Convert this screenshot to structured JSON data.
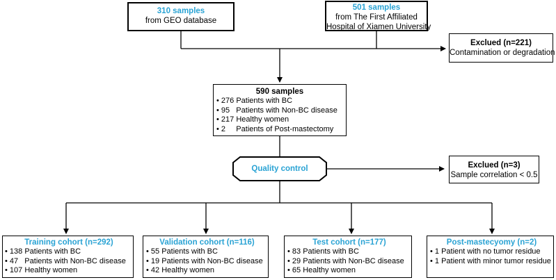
{
  "source_geo": {
    "count": "310 samples",
    "origin": "from GEO database"
  },
  "source_hospital": {
    "count": "501 samples",
    "origin_line1": "from The First Affiliated",
    "origin_line2": "Hospital of Xiamen University"
  },
  "exclusion_1": {
    "title": "Exclued (n=221)",
    "reason": "Contamination or degradation"
  },
  "combined": {
    "title": "590 samples",
    "items": [
      "• 276 Patients with BC",
      "• 95   Patients with Non-BC disease",
      "• 217 Healthy women",
      "• 2     Patients of Post-mastectomy"
    ]
  },
  "quality_control": {
    "label": "Quality control"
  },
  "exclusion_2": {
    "title": "Exclued (n=3)",
    "reason": "Sample correlation < 0.5"
  },
  "cohorts": [
    {
      "title": "Training cohort (n=292)",
      "items": [
        "• 138 Patients with BC",
        "• 47   Patients with Non-BC disease",
        "• 107 Healthy women"
      ]
    },
    {
      "title": "Validation cohort (n=116)",
      "items": [
        "• 55 Patients with BC",
        "• 19 Patients with Non-BC disease",
        "• 42 Healthy women"
      ]
    },
    {
      "title": "Test cohort (n=177)",
      "items": [
        "• 83 Patients with BC",
        "• 29 Patients with Non-BC disease",
        "• 65 Healthy women"
      ]
    },
    {
      "title": "Post-mastecyomy (n=2)",
      "items": [
        "• 1 Patient with no tumor residue",
        "• 1 Patient with minor tumor residue"
      ]
    }
  ],
  "colors": {
    "accent": "#2aa3d4",
    "line": "#000000"
  }
}
